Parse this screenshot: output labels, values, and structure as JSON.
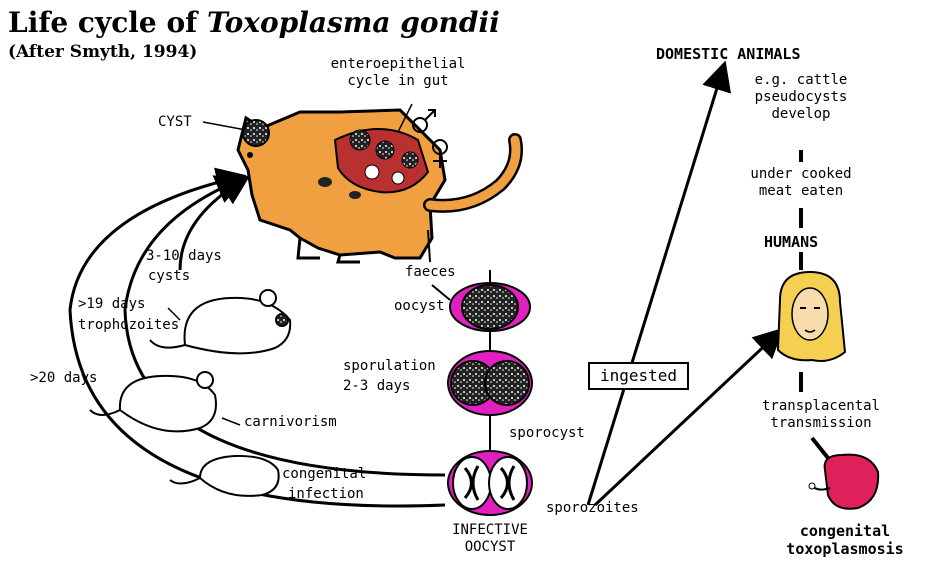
{
  "title": {
    "main": "Life cycle of ",
    "species": "Toxoplasma gondii",
    "subtitle": "(After Smyth, 1994)"
  },
  "labels": {
    "enteroepithelial_1": "enteroepithelial",
    "enteroepithelial_2": "cycle in gut",
    "cyst": "CYST",
    "days_3_10": "3-10 days",
    "cysts": "cysts",
    "days_19": ">19 days",
    "trophozoites": "trophozoites",
    "days_20": ">20 days",
    "faeces": "faeces",
    "oocyst": "oocyst",
    "sporulation_1": "sporulation",
    "sporulation_2": "2-3 days",
    "sporocyst": "sporocyst",
    "carnivorism": "carnivorism",
    "congenital_1": "congenital",
    "congenital_2": "infection",
    "infective_1": "INFECTIVE",
    "infective_2": "OOCYST",
    "sporozoites": "sporozoites",
    "ingested": "ingested",
    "domestic": "DOMESTIC ANIMALS",
    "eg_cattle": "e.g. cattle",
    "pseudocysts": "pseudocysts",
    "develop": "develop",
    "undercooked": "under cooked",
    "meat_eaten": "meat eaten",
    "humans": "HUMANS",
    "transplacental": "transplacental",
    "transmission": "transmission",
    "congenital_toxo_1": "congenital",
    "congenital_toxo_2": "toxoplasmosis"
  },
  "colors": {
    "cat": "#f0a040",
    "gut": "#b83030",
    "oocyst_magenta": "#e020c0",
    "fetus": "#e0205a",
    "hair": "#f5d050",
    "skin": "#f7dcae"
  }
}
